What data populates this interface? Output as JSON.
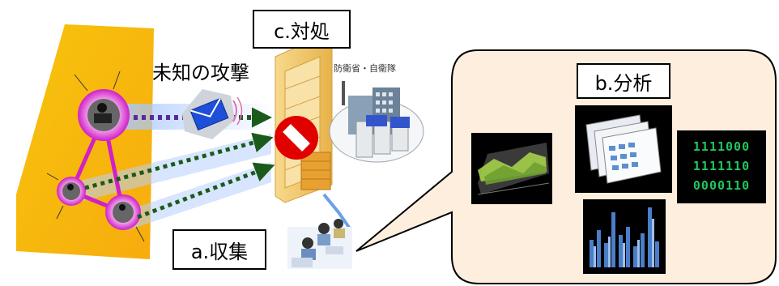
{
  "labels": {
    "collect": "a.収集",
    "analyze": "b.分析",
    "respond": "c.対処",
    "unknown_attack": "未知の攻撃",
    "org": "防衛省・自衛隊"
  },
  "binary_lines": [
    "1111000",
    "1111110",
    "0000110"
  ],
  "colors": {
    "attacker_zone": "#f5b800",
    "node_glow": "#d020c8",
    "arrow": "#1a5a1a",
    "block_red": "#e00000",
    "bubble_fill": "#fdeedd",
    "binary_text": "#22c55e"
  },
  "icons": [
    "attacker-icon",
    "envelope-icon",
    "firewall-icon",
    "no-entry-icon",
    "server-icon",
    "analyst-icon"
  ]
}
